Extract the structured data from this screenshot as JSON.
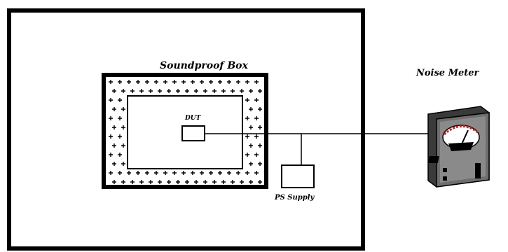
{
  "labels": {
    "soundproof_box": "Soundproof Box",
    "dut": "DUT",
    "power_supply": "PS Supply",
    "noise_meter": "Noise Meter"
  },
  "colors": {
    "stroke": "#000000",
    "background": "#ffffff",
    "meter_body": "#555555",
    "meter_face": "#888888",
    "meter_dial_ring": "#cc2222"
  },
  "icons": {
    "meter": "noise-meter-icon",
    "insulation_marker": "plus-glyph"
  }
}
